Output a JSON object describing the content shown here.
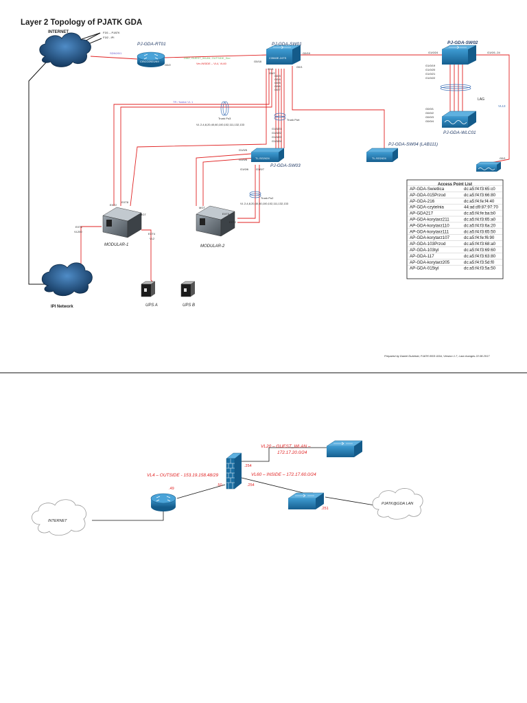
{
  "page1": {
    "title": "Layer 2 Topology of PJATK GDA",
    "internet_label": "INTERNET",
    "internet_ports": [
      "F3/1 – PJATK",
      "F3/2 - IPI"
    ],
    "ipi_label": "IPI Network",
    "router": {
      "name": "PJ-GDA-RT01",
      "model": "CISCO2921/K9",
      "port_left": "SDN0/0/1",
      "port_right": "G0/2"
    },
    "sw01": {
      "name": "PJ-GDA-SW01",
      "model": "C3560E-24TS",
      "port_left": "G0/18",
      "port_right1": "G0/19",
      "port_right2": "G0/1",
      "ports_down": [
        "G1/1",
        "G0/2",
        "G0/3",
        "G0/4",
        "G0/5",
        "G0/6",
        "G0/7"
      ]
    },
    "vlan_link_green": "DMZ, GUEST_WLAN, OUTSIDE_Sier",
    "vlan_link_red": "Ver-INSIDE – VL4, VL60",
    "sw02": {
      "name": "PJ-GDA-SW02",
      "port_left": "G1/0/24",
      "port_right": "G1/0/1..24",
      "ports_down": [
        "G1/0/19",
        "G1/0/20",
        "G1/0/21",
        "G1/0/22"
      ]
    },
    "lag": "LAG",
    "wlc": {
      "name": "PJ-GDA-WLC01",
      "ports": [
        "G0/0/1",
        "G0/0/2",
        "G0/0/3",
        "G0/0/4"
      ]
    },
    "vlan13": "VL13",
    "trunk_po3": "Trunk Po3",
    "trunk_po3_vlans": "VL 2-4,8,20,40,60,100,102,111,132,133",
    "tr_native": "TR / Native VL 1",
    "trunk_port": "Trunk Port",
    "sw04": {
      "name": "PJ-GDA-SW04 (LAB111)",
      "model": "TL-SG2424"
    },
    "sw03": {
      "name": "PJ-GDA-SW03",
      "model": "TL-SG2424",
      "ports_up": [
        "G1/0/21",
        "G1/0/22",
        "G1/0/23",
        "G1/0/24"
      ],
      "port_l1": "G1/0/5",
      "port_l2": "G1/0/6",
      "port_b1": "G1/0/6",
      "port_b2": "G1/0/7"
    },
    "trunk_po2": "Trunk Po2",
    "trunk_po2_vlans": "VL 2-4,8,20,40,60,100,102,111,132,133",
    "ap_port": "G0/1",
    "modular1": {
      "name": "MODULAR-1",
      "ext": [
        "EXT2",
        "EXT8"
      ],
      "mgt": "MGT",
      "ext1": "EXT1",
      "vl": "VL200",
      "ext4": "EXT4",
      "vl2": "VL2"
    },
    "modular2": {
      "name": "MODULAR-2",
      "mgt": "MGT",
      "ext3": "EXT3",
      "ext2": "EXT2"
    },
    "ups_a": "UPS A",
    "ups_b": "UPS B",
    "ap_list": {
      "title": "Access Point List",
      "rows": [
        [
          "AP-GDA-Swietlica",
          "dc:a5:f4:f3:65:c0"
        ],
        [
          "AP-GDA-015Przod",
          "dc:a5:f4:f3:66:80"
        ],
        [
          "AP-GDA-216",
          "dc:a5:f4:fe:f4:40"
        ],
        [
          "AP-GDA-czytelnia",
          "44:ad:d9:87:97:70"
        ],
        [
          "AP-GDA217",
          "dc:a5:f4:fe:ba:b0"
        ],
        [
          "AP-GDA-korytarz211",
          "dc:a5:f4:f3:65:a0"
        ],
        [
          "AP-GDA-korytarz110",
          "dc:a5:f4:f3:6a:20"
        ],
        [
          "AP-GDA-korytarz111",
          "dc:a5:f4:f3:65:50"
        ],
        [
          "AP-GDA-korytarz107",
          "dc:a5:f4:fe:f6:90"
        ],
        [
          "AP-GDA-103Przod",
          "dc:a5:f4:f3:68:a0"
        ],
        [
          "AP-GDA-103tyl",
          "dc:a5:f4:f3:69:60"
        ],
        [
          "AP-GDA-117",
          "dc:a5:f4:f3:63:80"
        ],
        [
          "AP-GDA-korytarz205",
          "dc:a5:f4:f3:5d:f0"
        ],
        [
          "AP-GDA-015tyl",
          "dc:a5:f4:f3:5a:50"
        ]
      ]
    },
    "footer": "Prepared by Daniel Dubiński, PJATK BSS GDA, Version 1.7, Last changes 22.08.2017"
  },
  "page2": {
    "internet": "INTERNET",
    "outside": "VL4 – OUTSIDE - 153.19.158.48/29",
    "guest": "VL20 – GUEST_WLAN –",
    "guest_net": "172.17.20.0/24",
    "inside": "VL60 – INSIDE – 172.17.60.0/24",
    "ip_router": ".49",
    "ip_fw_out": ".50",
    "ip_fw_guest": ".254",
    "ip_fw_in": ".254",
    "ip_lan": ".251",
    "lan": "PJATK@GDA LAN"
  },
  "colors": {
    "link_red": "#e02020",
    "device_blue": "#1b6fa3",
    "cloud_dark": "#1e4e7a",
    "vlan_green": "#5cb85c"
  }
}
